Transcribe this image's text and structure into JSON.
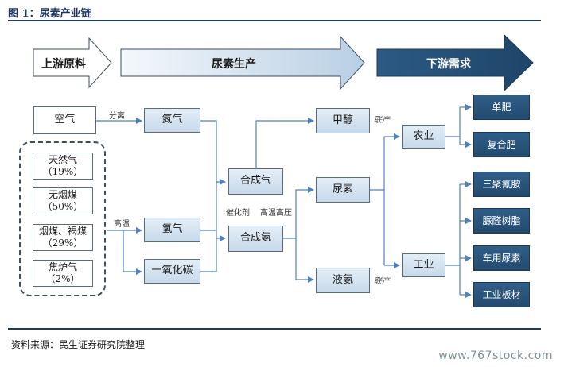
{
  "title": "图 1：尿素产业链",
  "stages": {
    "upstream": "上游原料",
    "production": "尿素生产",
    "downstream": "下游需求"
  },
  "nodes": {
    "air": "空气",
    "natural_gas": {
      "name": "天然气",
      "share": "（19%）"
    },
    "anthracite": {
      "name": "无烟煤",
      "share": "（50%）"
    },
    "bituminous": {
      "name": "烟煤、褐煤",
      "share": "（29%）"
    },
    "coke_gas": {
      "name": "焦炉气",
      "share": "（2%）"
    },
    "nitrogen": "氮气",
    "hydrogen": "氢气",
    "co": "一氧化碳",
    "syngas": "合成气",
    "ammonia_syn": "合成氨",
    "methanol": "甲醇",
    "urea": "尿素",
    "liquid_ammonia": "液氨",
    "agriculture": "农业",
    "industry": "工业",
    "single_fert": "单肥",
    "compound_fert": "复合肥",
    "melamine": "三聚氰胺",
    "urea_resin": "脲醛树脂",
    "vehicle_urea": "车用尿素",
    "industrial_board": "工业板材"
  },
  "edge_labels": {
    "separation": "分离",
    "high_temp": "高温",
    "catalyst": "催化剂",
    "high_temp_pressure": "高温高压",
    "co_product_1": "联产",
    "co_product_2": "联产"
  },
  "source": "资料来源：民生证券研究院整理",
  "watermark": "www.767stock.com",
  "colors": {
    "navy": "#1f3864",
    "light_fill": "#d6e4f0",
    "dark_fill": "#2a5680",
    "line": "#4f81bd"
  }
}
